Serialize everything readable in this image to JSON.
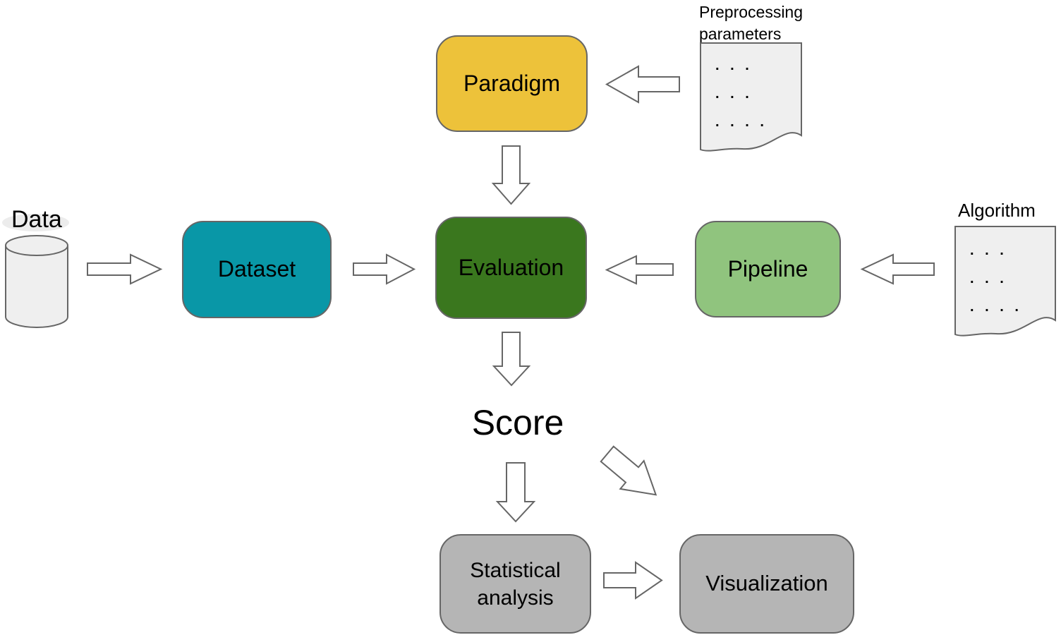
{
  "diagram": {
    "nodes": {
      "paradigm": {
        "label": "Paradigm",
        "fill": "#edc23a"
      },
      "dataset": {
        "label": "Dataset",
        "fill": "#0997a7"
      },
      "evaluation": {
        "label": "Evaluation",
        "fill": "#3a771e"
      },
      "pipeline": {
        "label": "Pipeline",
        "fill": "#90c47e"
      },
      "statistical_analysis": {
        "label": "Statistical analysis",
        "fill": "#b5b5b5"
      },
      "visualization": {
        "label": "Visualization",
        "fill": "#b5b5b5"
      }
    },
    "data_store": {
      "label": "Data"
    },
    "score_label": "Score",
    "documents": {
      "preprocessing": {
        "label": "Preprocessing parameters",
        "lines": [
          ". . .",
          ". . .",
          ". . . ."
        ]
      },
      "algorithm": {
        "label": "Algorithm",
        "lines": [
          ". . .",
          ". . .",
          ". . . ."
        ]
      }
    },
    "colors": {
      "arrow_fill": "#ffffff",
      "arrow_stroke": "#666666",
      "shape_fill": "#efefef",
      "border": "#666666"
    }
  }
}
